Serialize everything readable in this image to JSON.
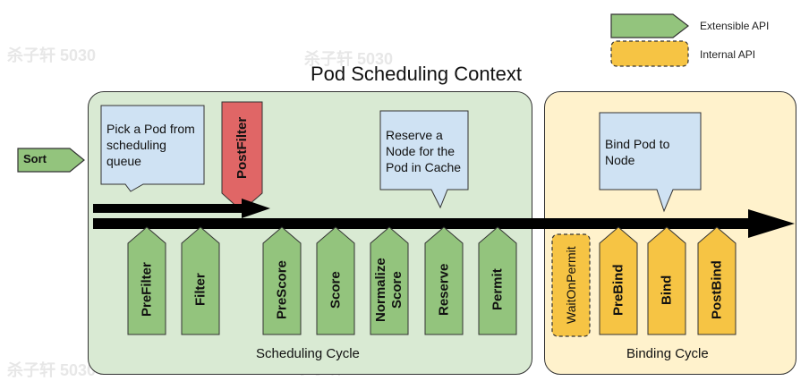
{
  "title": "Pod Scheduling Context",
  "legend": {
    "extensible": "Extensible API",
    "internal": "Internal API"
  },
  "sort": "Sort",
  "callouts": {
    "pick_pod": [
      "Pick a Pod from",
      "scheduling",
      "queue"
    ],
    "reserve_node": [
      "Reserve a",
      "Node for the",
      "Pod in Cache"
    ],
    "bind_pod": [
      "Bind Pod to",
      "Node"
    ]
  },
  "postfilter": "PostFilter",
  "scheduling_plugins": [
    "PreFilter",
    "Filter",
    "PreScore",
    "Score",
    "Normalize Score",
    "Reserve",
    "Permit"
  ],
  "internal_step": "WaitOnPermit",
  "binding_plugins": [
    "PreBind",
    "Bind",
    "PostBind"
  ],
  "scheduling_cycle": "Scheduling Cycle",
  "binding_cycle": "Binding Cycle",
  "watermark": "杀子轩 5030",
  "colors": {
    "extensible_fill": "#93c47d",
    "internal_fill": "#f6c444",
    "postfilter_fill": "#e06666",
    "scheduling_bg": "#d9ead3",
    "binding_bg": "#fff2cc",
    "callout_fill": "#cfe2f3"
  }
}
